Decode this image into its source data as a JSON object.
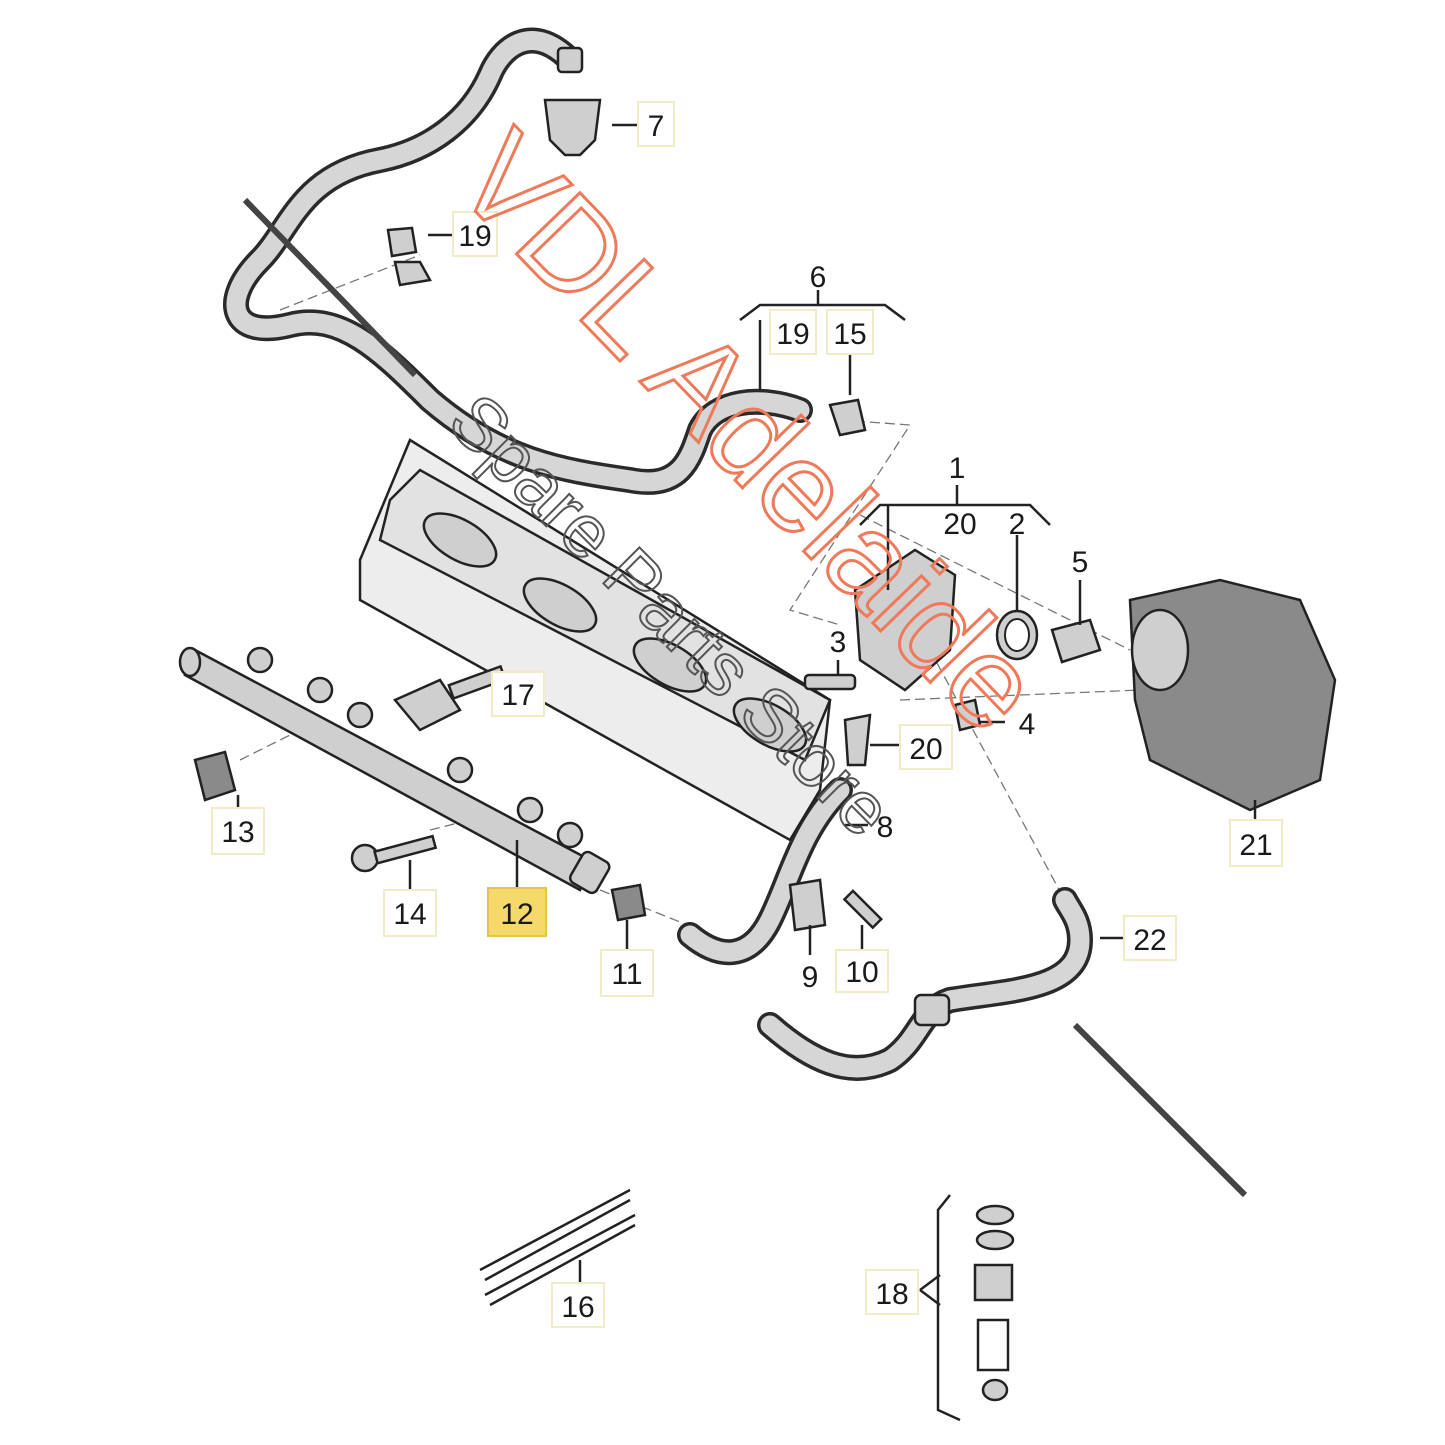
{
  "diagram": {
    "labels": {
      "l7": "7",
      "l19a": "19",
      "l6": "6",
      "l19b": "19",
      "l15": "15",
      "l1": "1",
      "l20a": "20",
      "l2": "2",
      "l5": "5",
      "l3": "3",
      "l17": "17",
      "l4": "4",
      "l20b": "20",
      "l13": "13",
      "l8": "8",
      "l21": "21",
      "l14": "14",
      "l12": "12",
      "l11": "11",
      "l9": "9",
      "l10": "10",
      "l22": "22",
      "l16": "16",
      "l18": "18"
    },
    "highlighted_part": "12",
    "highlight_color": "#f5d96a"
  },
  "watermark": {
    "brand": "VDL Adelaide",
    "subtitle": "Spare Parts Store",
    "brand_color": "#ee7a5a"
  }
}
